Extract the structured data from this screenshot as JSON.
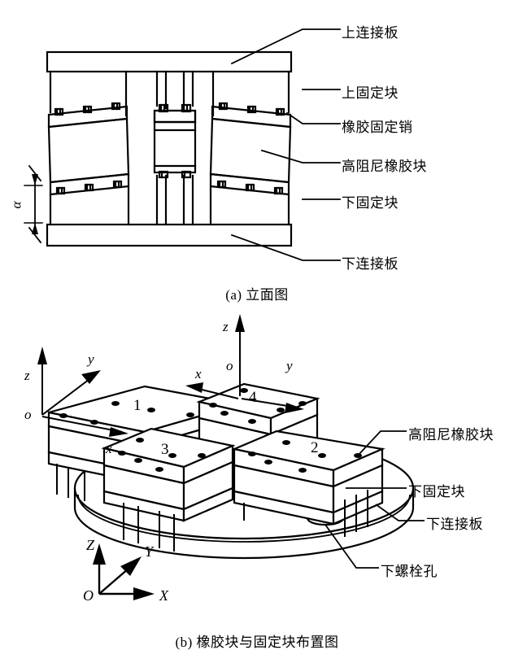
{
  "document": {
    "kind": "engineering-drawing",
    "subject": "高阻尼橡胶隔振器",
    "line_color": "#000000",
    "background_color": "#ffffff"
  },
  "figure_a": {
    "caption": "(a) 立面图",
    "view": "elevation",
    "labels": [
      {
        "id": "upper-connect-plate",
        "text": "上连接板"
      },
      {
        "id": "upper-fixed-block",
        "text": "上固定块"
      },
      {
        "id": "rubber-fixing-pin",
        "text": "橡胶固定销"
      },
      {
        "id": "high-damping-rubber-block",
        "text": "高阻尼橡胶块"
      },
      {
        "id": "lower-fixed-block",
        "text": "下固定块"
      },
      {
        "id": "lower-connect-plate",
        "text": "下连接板"
      }
    ],
    "angle_symbol": "α"
  },
  "figure_b": {
    "caption": "(b) 橡胶块与固定块布置图",
    "view": "isometric-layout",
    "labels": [
      {
        "id": "high-damping-rubber-block",
        "text": "高阻尼橡胶块"
      },
      {
        "id": "lower-fixed-block",
        "text": "下固定块"
      },
      {
        "id": "lower-connect-plate",
        "text": "下连接板"
      },
      {
        "id": "lower-bolt-hole",
        "text": "下螺栓孔"
      }
    ],
    "blocks": [
      {
        "number": "1",
        "local_axes": {
          "z": "z",
          "y": "y",
          "x": "x",
          "origin": "o"
        }
      },
      {
        "number": "2",
        "local_axes": null
      },
      {
        "number": "3",
        "local_axes": null
      },
      {
        "number": "4",
        "local_axes": {
          "z": "z",
          "y": "y",
          "x": "x",
          "origin": "o"
        }
      }
    ],
    "global_axes": {
      "Z": "Z",
      "Y": "Y",
      "X": "X",
      "origin": "O"
    }
  }
}
